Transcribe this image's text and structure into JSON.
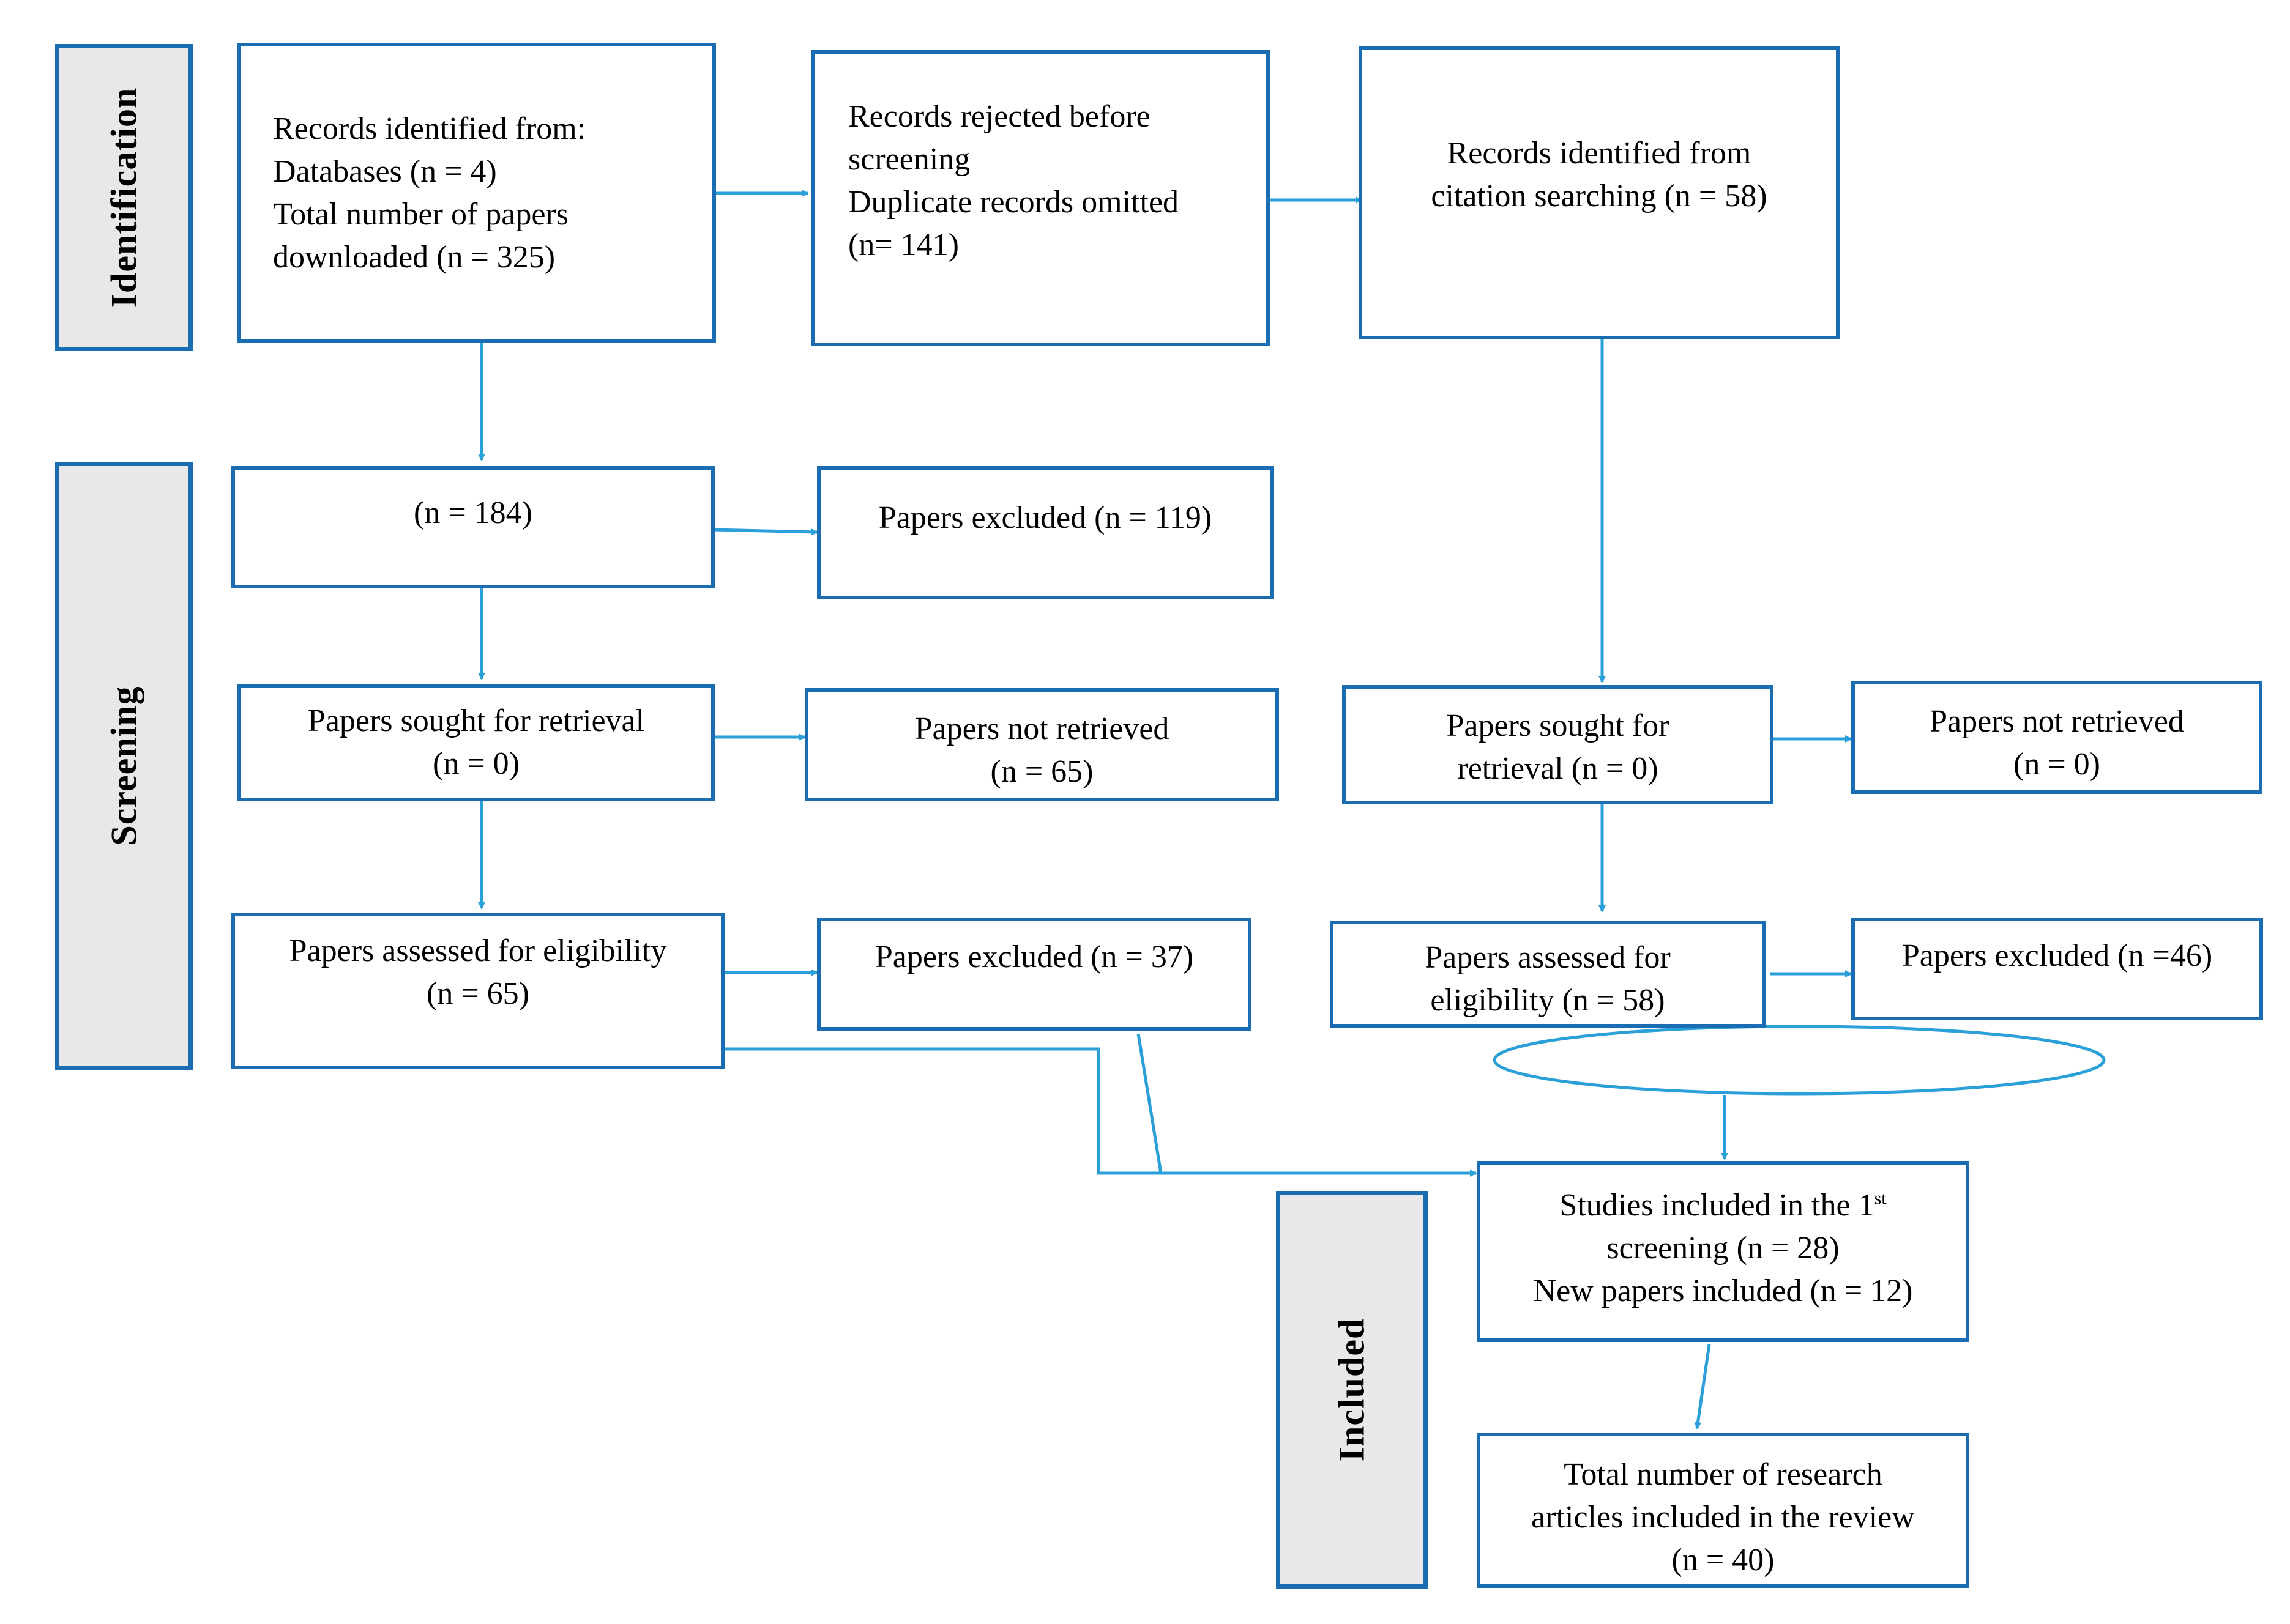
{
  "phases": {
    "identification": "Identification",
    "screening": "Screening",
    "included": "Included"
  },
  "boxes": {
    "records_identified": {
      "line1": "Records identified from:",
      "line2": "Databases (n = 4)",
      "line3": "Total number of papers",
      "line4": "downloaded (n = 325)"
    },
    "records_rejected": {
      "line1": "Records rejected before",
      "line2": "screening",
      "line3": "Duplicate records omitted",
      "line4": "(n= 141)"
    },
    "citation_searching": {
      "line1": "Records identified from",
      "line2": "citation searching (n = 58)"
    },
    "screened": {
      "line1": "(n = 184)"
    },
    "excluded_1": {
      "line1": "Papers excluded (n = 119)"
    },
    "sought_left": {
      "line1": "Papers sought for retrieval",
      "line2": "(n = 0)"
    },
    "not_retrieved_left": {
      "line1": "Papers not retrieved",
      "line2": "(n = 65)"
    },
    "sought_right": {
      "line1": "Papers sought for",
      "line2": "retrieval (n = 0)"
    },
    "not_retrieved_right": {
      "line1": "Papers not retrieved",
      "line2": "(n = 0)"
    },
    "assessed_left": {
      "line1": "Papers assessed for eligibility",
      "line2": "(n = 65)"
    },
    "excluded_left": {
      "line1": "Papers excluded (n = 37)"
    },
    "assessed_right": {
      "line1": "Papers assessed for",
      "line2": "eligibility (n = 58)"
    },
    "excluded_right": {
      "line1": "Papers excluded (n =46)"
    },
    "studies_included": {
      "line1_pre": "Studies included in the 1",
      "line1_sup": "st",
      "line2": "screening (n = 28)",
      "line3": "New papers included (n = 12)"
    },
    "total_included": {
      "line1": "Total number of research",
      "line2": "articles included in the review",
      "line3": "(n = 40)"
    }
  },
  "colors": {
    "box_border": "#1a6db3",
    "arrow": "#2a9fd8",
    "phase_fill": "#e8e8e8"
  }
}
